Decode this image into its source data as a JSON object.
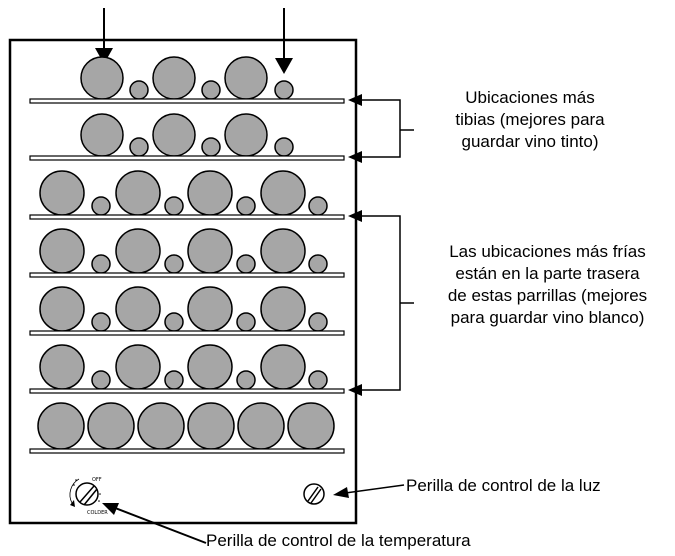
{
  "callouts": {
    "warm_lines": [
      "Ubicaciones más",
      "tibias (mejores para",
      "guardar vino tinto)"
    ],
    "cold_lines": [
      "Las ubicaciones más frías",
      "están en la parte trasera",
      "de estas parrillas (mejores",
      "para guardar vino blanco)"
    ],
    "light_knob": "Perilla de control de la luz",
    "temperature_knob": "Perilla de control de la temperatura"
  },
  "dial": {
    "off_text": "OFF",
    "colder_text": "COLDER"
  },
  "colors": {
    "bottle_fill": "#a6a6a6",
    "outline": "#000000",
    "background": "#ffffff"
  },
  "icons": {
    "light_knob": "slotted-knob-icon",
    "temperature_knob": "temperature-dial-icon"
  }
}
